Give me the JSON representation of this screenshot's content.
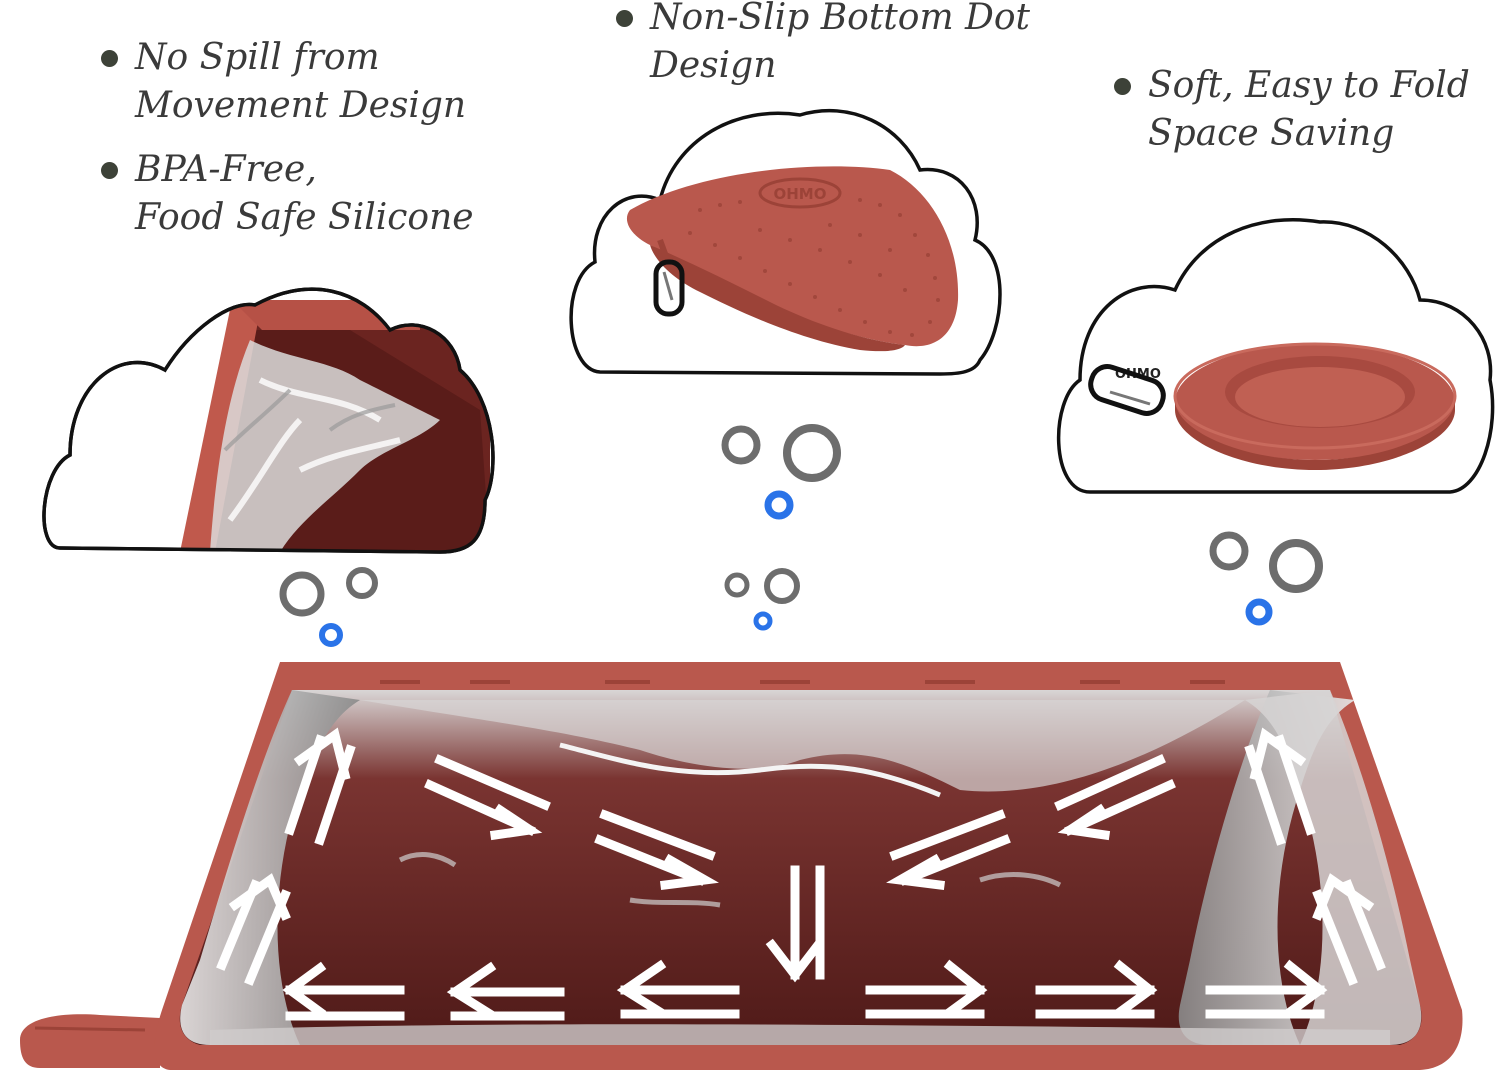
{
  "features": [
    {
      "lines": [
        "No Spill from",
        "Movement Design"
      ]
    },
    {
      "lines": [
        "BPA-Free,",
        "Food Safe Silicone"
      ]
    },
    {
      "lines": [
        "Non-Slip Bottom Dot",
        "Design"
      ]
    },
    {
      "lines": [
        "Soft, Easy to Fold",
        "Space Saving"
      ]
    }
  ],
  "brand_mark": "OHMO",
  "colors": {
    "bowl": "#b9584d",
    "bowl_dark": "#9c4338",
    "water_dark": "#5a1f1c",
    "bubble_gray": "#6d6d6d",
    "bubble_blue": "#2a73e8",
    "bullet": "#3d4238"
  }
}
